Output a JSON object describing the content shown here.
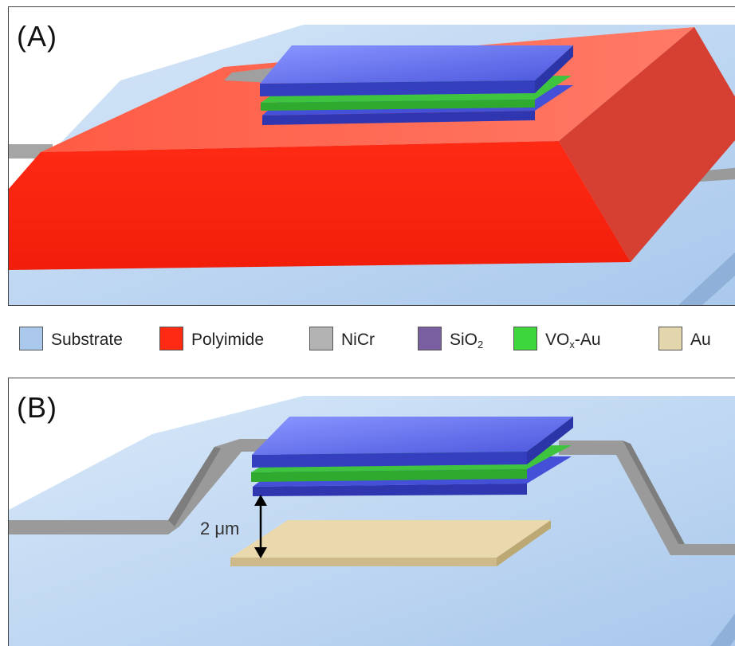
{
  "panel_a": {
    "label": "(A)"
  },
  "panel_b": {
    "label": "(B)",
    "gap_label": "2 μm"
  },
  "legend": [
    {
      "label": "Substrate",
      "sub": "",
      "suffix": "",
      "color": "#a9c8ec"
    },
    {
      "label": "Polyimide",
      "sub": "",
      "suffix": "",
      "color": "#ff2a14"
    },
    {
      "label": "NiCr",
      "sub": "",
      "suffix": "",
      "color": "#b3b3b3"
    },
    {
      "label": "SiO",
      "sub": "2",
      "suffix": "",
      "color": "#7a5fa0"
    },
    {
      "label": "VO",
      "sub": "x",
      "suffix": "-Au",
      "color": "#3dd63d"
    },
    {
      "label": "Au",
      "sub": "",
      "suffix": "",
      "color": "#e3d6ad"
    }
  ],
  "colors": {
    "substrate": "#bdd7f3",
    "polyimide": "#ff2a14",
    "nicr": "#9a9a9a",
    "sio2": "#4450d8",
    "vox": "#3fc43f",
    "au": "#ead9ac"
  }
}
